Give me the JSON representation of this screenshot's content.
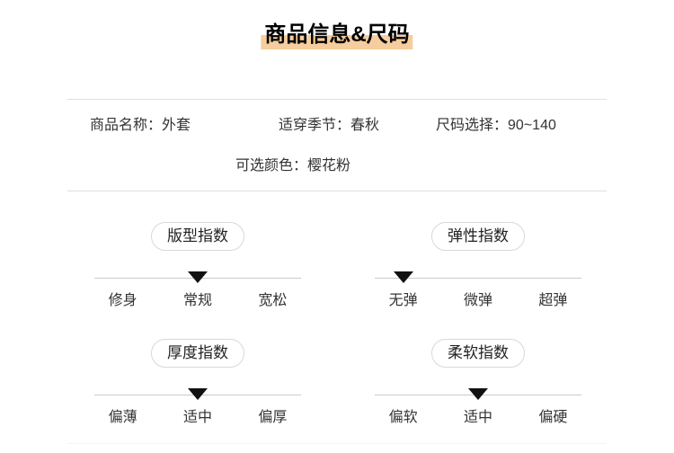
{
  "header": {
    "title": "商品信息&尺码",
    "highlight_color": "#f6cd9e"
  },
  "info": {
    "colon": "：",
    "row1": [
      {
        "label": "商品名称",
        "value": "外套"
      },
      {
        "label": "适穿季节",
        "value": "春秋"
      },
      {
        "label": "尺码选择",
        "value": "90~140"
      }
    ],
    "row2": {
      "label": "可选颜色",
      "value": "樱花粉"
    }
  },
  "indicators": [
    {
      "title": "版型指数",
      "options": [
        "修身",
        "常规",
        "宽松"
      ],
      "selected_index": 1,
      "selected": "常规"
    },
    {
      "title": "弹性指数",
      "options": [
        "无弹",
        "微弹",
        "超弹"
      ],
      "selected_index": 0,
      "selected": "无弹"
    },
    {
      "title": "厚度指数",
      "options": [
        "偏薄",
        "适中",
        "偏厚"
      ],
      "selected_index": 1,
      "selected": "适中"
    },
    {
      "title": "柔软指数",
      "options": [
        "偏软",
        "适中",
        "偏硬"
      ],
      "selected_index": 1,
      "selected": "适中"
    }
  ]
}
